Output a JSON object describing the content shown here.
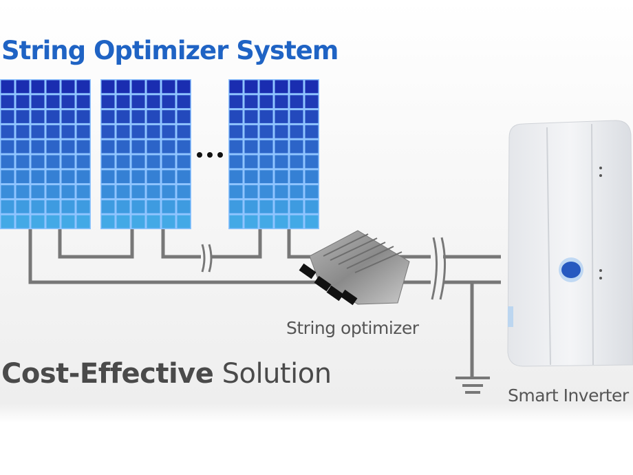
{
  "title": "String Optimizer System",
  "tagline": {
    "bold": "Cost-Effective",
    "regular": " Solution"
  },
  "labels": {
    "optimizer": "String optimizer",
    "inverter": "Smart Inverter"
  },
  "panels": {
    "count_shown": 3,
    "columns": 6,
    "rows": 10,
    "ellipsis": "..."
  },
  "colors": {
    "title": "#1f63c4",
    "panel_top": "#1a2db0",
    "panel_bottom": "#43a9e6",
    "wire": "#777777"
  }
}
